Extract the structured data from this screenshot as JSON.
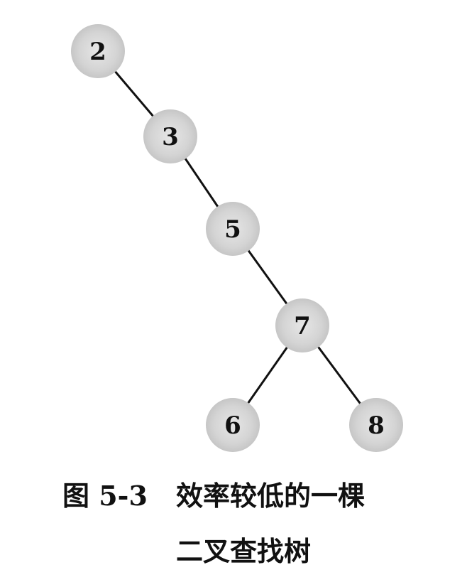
{
  "tree": {
    "nodes": [
      {
        "id": "n2",
        "label": "2"
      },
      {
        "id": "n3",
        "label": "3"
      },
      {
        "id": "n5",
        "label": "5"
      },
      {
        "id": "n7",
        "label": "7"
      },
      {
        "id": "n6",
        "label": "6"
      },
      {
        "id": "n8",
        "label": "8"
      }
    ],
    "edges": [
      [
        "n2",
        "n3"
      ],
      [
        "n3",
        "n5"
      ],
      [
        "n5",
        "n7"
      ],
      [
        "n7",
        "n6"
      ],
      [
        "n7",
        "n8"
      ]
    ],
    "node_color": "#cfcfcf",
    "edge_color": "#111111"
  },
  "caption": {
    "label": "图 5-3",
    "text_line1": "效率较低的一棵",
    "text_line2": "二叉查找树"
  }
}
